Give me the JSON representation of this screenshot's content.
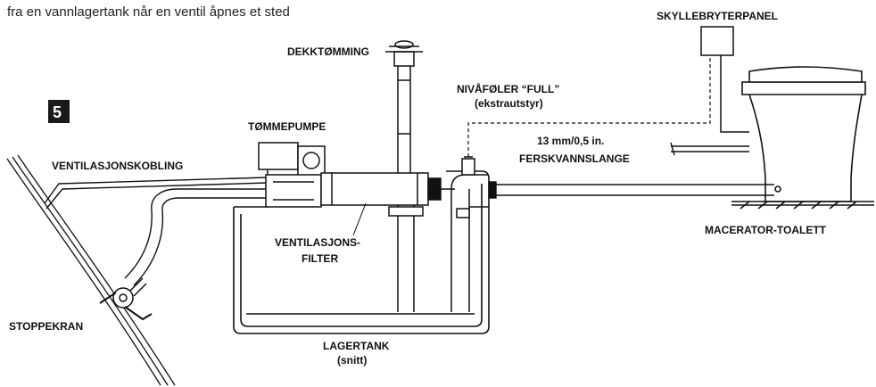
{
  "caption": "fra en vannlagertank når en ventil åpnes et sted",
  "figure_number": "5",
  "labels": {
    "dekktomming": "DEKKTØMMING",
    "skyllebryterpanel": "SKYLLEBRYTERPANEL",
    "nivafoler_line1": "NIVÅFØLER “FULL”",
    "nivafoler_line2": "(ekstrautstyr)",
    "tommepumpe": "TØMMEPUMPE",
    "ventilasjonskobling": "VENTILASJONSKOBLING",
    "slange_line1": "13 mm/0,5 in.",
    "slange_line2": "FERSKVANNSLANGE",
    "filter_line1": "VENTILASJONS-",
    "filter_line2": "FILTER",
    "macerator": "MACERATOR-TOALETT",
    "stoppekran": "STOPPEKRAN",
    "lagertank_line1": "LAGERTANK",
    "lagertank_line2": "(snitt)"
  },
  "colors": {
    "ink": "#111111",
    "badge": "#1a1a1a",
    "paper": "#ffffff"
  }
}
